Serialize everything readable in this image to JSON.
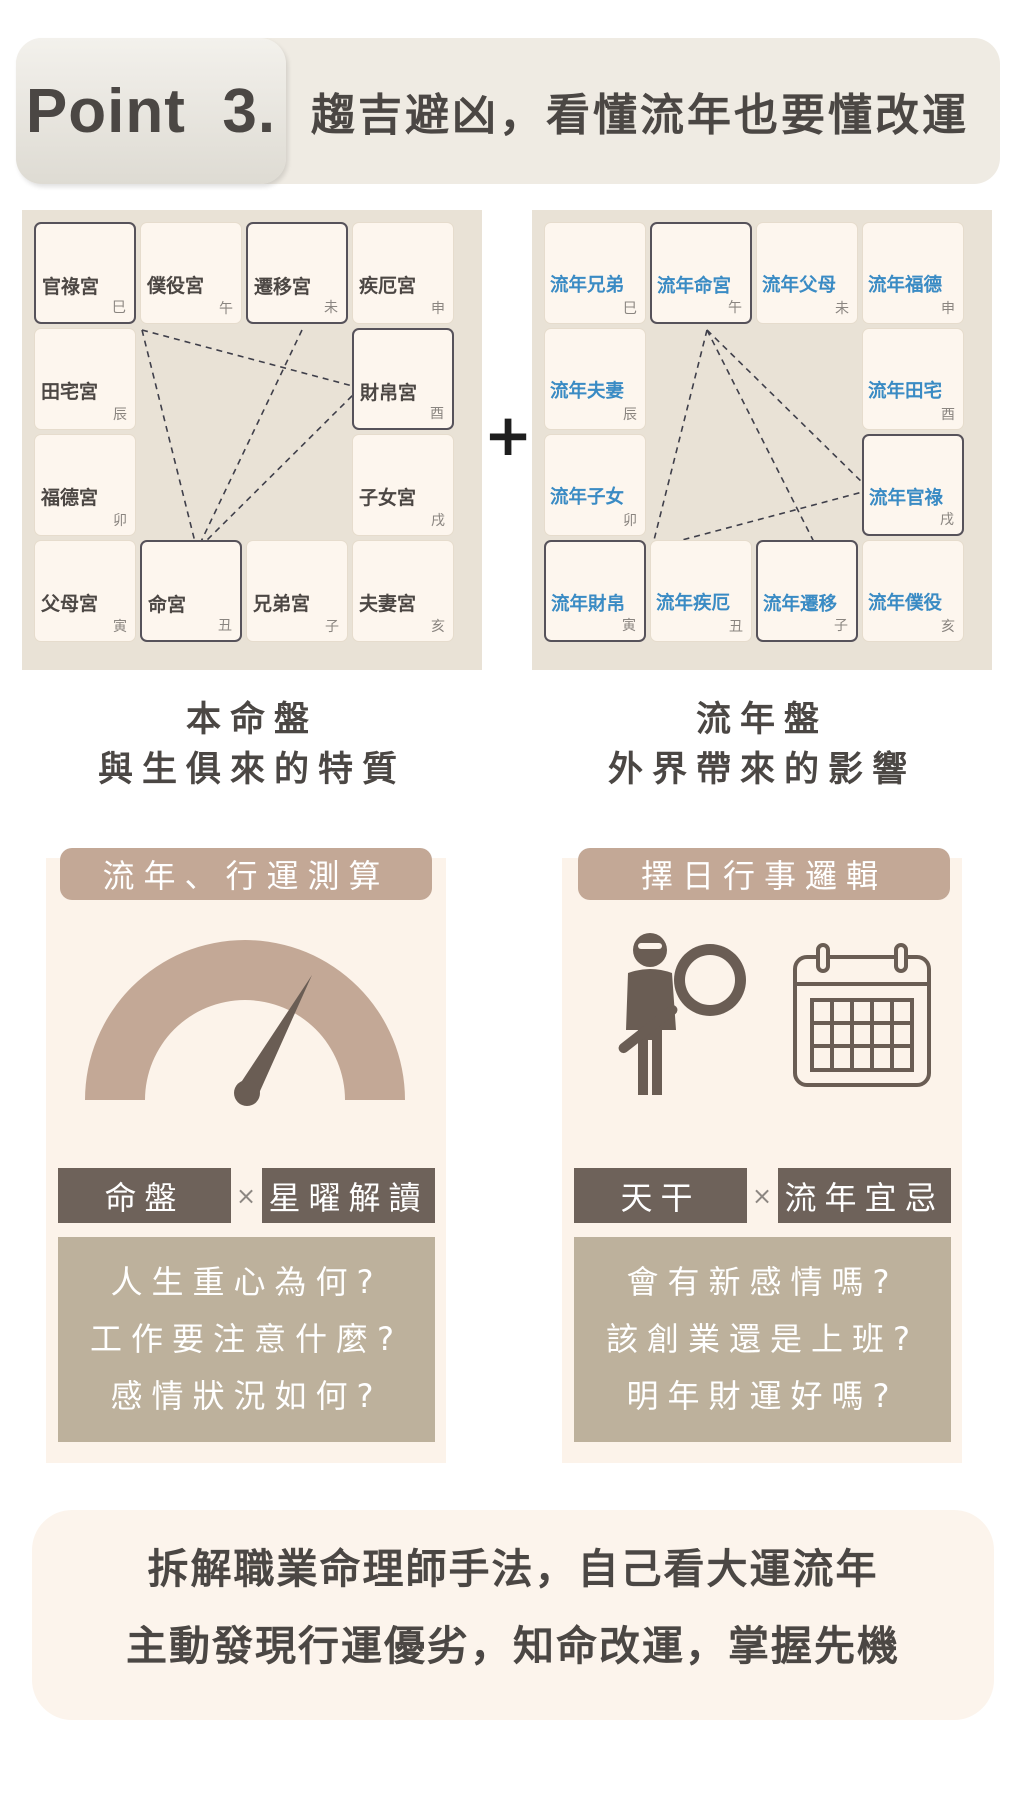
{
  "header": {
    "point": "Point  3.",
    "title": "趨吉避凶，看懂流年也要懂改運"
  },
  "left_chart": {
    "cells": [
      {
        "name": "官祿宮",
        "branch": "巳",
        "highlight": true
      },
      {
        "name": "僕役宮",
        "branch": "午",
        "highlight": false
      },
      {
        "name": "遷移宮",
        "branch": "未",
        "highlight": true
      },
      {
        "name": "疾厄宮",
        "branch": "申",
        "highlight": false
      },
      {
        "name": "財帛宮",
        "branch": "酉",
        "highlight": true
      },
      {
        "name": "子女宮",
        "branch": "戌",
        "highlight": false
      },
      {
        "name": "夫妻宮",
        "branch": "亥",
        "highlight": false
      },
      {
        "name": "兄弟宮",
        "branch": "子",
        "highlight": false
      },
      {
        "name": "命宮",
        "branch": "丑",
        "highlight": true
      },
      {
        "name": "父母宮",
        "branch": "寅",
        "highlight": false
      },
      {
        "name": "福德宮",
        "branch": "卯",
        "highlight": false
      },
      {
        "name": "田宅宮",
        "branch": "辰",
        "highlight": false
      }
    ]
  },
  "right_chart": {
    "cells": [
      {
        "name": "流年兄弟",
        "branch": "巳",
        "highlight": false
      },
      {
        "name": "流年命宮",
        "branch": "午",
        "highlight": true
      },
      {
        "name": "流年父母",
        "branch": "未",
        "highlight": false
      },
      {
        "name": "流年福德",
        "branch": "申",
        "highlight": false
      },
      {
        "name": "流年田宅",
        "branch": "酉",
        "highlight": false
      },
      {
        "name": "流年官祿",
        "branch": "戌",
        "highlight": true
      },
      {
        "name": "流年僕役",
        "branch": "亥",
        "highlight": false
      },
      {
        "name": "流年遷移",
        "branch": "子",
        "highlight": true
      },
      {
        "name": "流年疾厄",
        "branch": "丑",
        "highlight": false
      },
      {
        "name": "流年財帛",
        "branch": "寅",
        "highlight": true
      },
      {
        "name": "流年子女",
        "branch": "卯",
        "highlight": false
      },
      {
        "name": "流年夫妻",
        "branch": "辰",
        "highlight": false
      }
    ]
  },
  "plus": "+",
  "left_caption": {
    "line1": "本命盤",
    "line2": "與生俱來的特質"
  },
  "right_caption": {
    "line1": "流年盤",
    "line2": "外界帶來的影響"
  },
  "left_panel": {
    "title": "流年、行運測算",
    "icon": "gauge-icon",
    "tag1": "命盤",
    "tag2": "星曜解讀",
    "times": "×",
    "questions": [
      "人生重心為何?",
      "工作要注意什麼?",
      "感情狀況如何?"
    ]
  },
  "right_panel": {
    "title": "擇日行事邏輯",
    "icons": [
      "person-magnifier-icon",
      "calendar-icon"
    ],
    "tag1": "天干",
    "tag2": "流年宜忌",
    "times": "×",
    "questions": [
      "會有新感情嗎?",
      "該創業還是上班?",
      "明年財運好嗎?"
    ]
  },
  "footer": {
    "line1": "拆解職業命理師手法，自己看大運流年",
    "line2": "主動發現行運優劣，知命改運，掌握先機"
  },
  "colors": {
    "accent_tan": "#c3a896",
    "tag_brown": "#6e625a",
    "question_box": "#bdb19c",
    "chart_blue_text": "#3a8bc4",
    "panel_bg": "#fcf3ea"
  }
}
